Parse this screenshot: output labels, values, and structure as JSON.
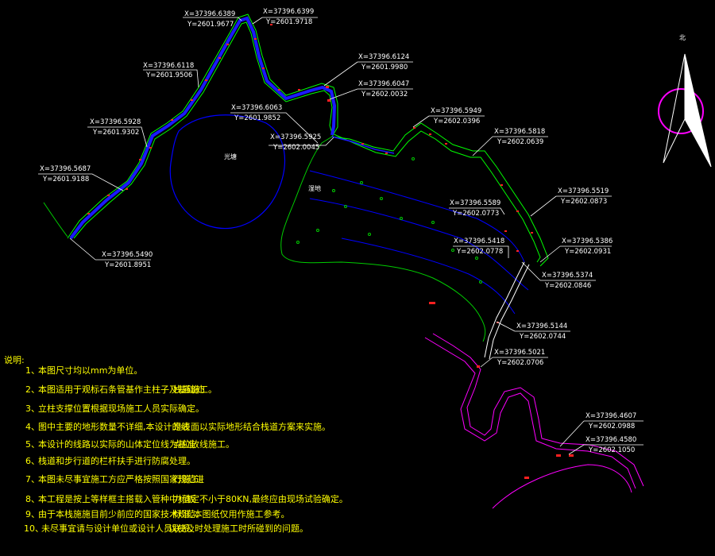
{
  "colors": {
    "background": "#000000",
    "road_edge": "#00ff00",
    "road_fill": "#0000ff",
    "road_center": "#1a1aff",
    "pond_outline": "#0000ff",
    "wetland_outline": "#00cc00",
    "magenta_road": "#ff00ff",
    "notes_text": "#ffff00",
    "leader_line": "#ffffff",
    "marker": "#ff2020"
  },
  "compass": {
    "north_char": "北",
    "icon": "north-arrow-icon"
  },
  "area_labels": {
    "pond": "光塘",
    "wetland": "湿地"
  },
  "coordinates": [
    {
      "x": "X=37396.6389",
      "y": "Y=2601.9677"
    },
    {
      "x": "X=37396.6399",
      "y": "Y=2601.9718"
    },
    {
      "x": "X=37396.6118",
      "y": "Y=2601.9506"
    },
    {
      "x": "X=37396.6124",
      "y": "Y=2601.9980"
    },
    {
      "x": "X=37396.6047",
      "y": "Y=2602.0032"
    },
    {
      "x": "X=37396.6063",
      "y": "Y=2601.9852"
    },
    {
      "x": "X=37396.5928",
      "y": "Y=2601.9302"
    },
    {
      "x": "X=37396.5925",
      "y": "Y=2602.0045"
    },
    {
      "x": "X=37396.5949",
      "y": "Y=2602.0396"
    },
    {
      "x": "X=37396.5818",
      "y": "Y=2602.0639"
    },
    {
      "x": "X=37396.5687",
      "y": "Y=2601.9188"
    },
    {
      "x": "X=37396.5519",
      "y": "Y=2602.0873"
    },
    {
      "x": "X=37396.5589",
      "y": "Y=2602.0773"
    },
    {
      "x": "X=37396.5418",
      "y": "Y=2602.0778"
    },
    {
      "x": "X=37396.5386",
      "y": "Y=2602.0931"
    },
    {
      "x": "X=37396.5490",
      "y": "Y=2601.8951"
    },
    {
      "x": "X=37396.5374",
      "y": "Y=2602.0846"
    },
    {
      "x": "X=37396.5144",
      "y": "Y=2602.0744"
    },
    {
      "x": "X=37396.5021",
      "y": "Y=2602.0706"
    },
    {
      "x": "X=37396.4607",
      "y": "Y=2602.0988"
    },
    {
      "x": "X=37396.4580",
      "y": "Y=2602.1050"
    }
  ],
  "notes": {
    "title": "说明:",
    "items": [
      {
        "num": "1、",
        "text": "本图尺寸均以mm为单位。"
      },
      {
        "num": "2、",
        "text": "本图适用于观标石条管基作主柱子及基础处",
        "tail": "栈道施工。"
      },
      {
        "num": "3、",
        "text": "立柱支撑位置根据现场施工人员实际确定。"
      },
      {
        "num": "4、",
        "text": "图中主要的地形数量不详细,本设计的线",
        "tail": "是表面以实际地形结合栈道方案来实施。"
      },
      {
        "num": "5、",
        "text": "本设计的线路以实际的山体定位线为基准",
        "tail": "点位放线施工。"
      },
      {
        "num": "6、",
        "text": "栈道和步行道的栏杆扶手进行防腐处理。"
      },
      {
        "num": "7、",
        "text": "本图未尽事宜施工方应严格按照国家规范进",
        "tail": "行施工。"
      },
      {
        "num": "8、",
        "text": "本工程是按上等样框主搭载入管种中标板",
        "tail": "力值定不小于80KN,最终应由现场试验确定。"
      },
      {
        "num": "9、",
        "text": "由于本栈施施目前少前应的国家技术规范,",
        "tail": "标准,本图纸仅用作施工参考。"
      },
      {
        "num": "10、",
        "text": "未尽事宜请与设计单位或设计人员联系,",
        "tail": "以使及时处理施工时所碰到的问题。"
      }
    ]
  }
}
